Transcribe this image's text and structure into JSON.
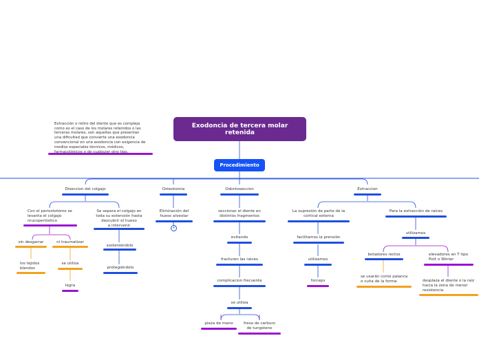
{
  "main_topic": "Exodoncia de tercera molar\nretenida",
  "definition": "Extracción o retiro del diente que es compleja\ncomo es el caso de los molares retenidos o las\nterceras molares, son aquellas que presentan\nuna dificultad que convierte una exodoncia\nconvencional en una exodoncia con exigencia de\n  medios especiales técnicos, médicos,\nfarmacológicos o de cualquier otro tipo.",
  "procedure": "Procedimiento",
  "branches": {
    "diseccion": {
      "label": "Diseccion del colgajo",
      "left": "Con el periostotómo se\nlevanta el colgajo\n  mucoperióstico",
      "sin_desgarrar": "sin desgarrar",
      "tejidos": "los tejidos\nblandos",
      "ni_traumatizar": "ni traumatizar",
      "se_utiliza": "se utiliza",
      "legra": "legra",
      "right": "Se separa el colgajo en\ntoda su extensión hasta\ndescubrir el hueso\na intervenir",
      "sosteniendolo": "sosteniéndolo",
      "protegiendolo": "protegiéndolo"
    },
    "osteotomia": {
      "label": "Osteotomia",
      "child": "Eliminación del\nhueso alveolar",
      "marker": "+"
    },
    "odontoseccion": {
      "label": "Odontoseccion",
      "child": "seccionar el diente en\ndistintos fragmentos",
      "evitando": "evitando",
      "fracturen": "fracturen las raices",
      "complicacion": "complicacion frecuente",
      "se_utiliza": "se utiliza",
      "pieza": "pieza de mano",
      "fresa": "fresa de carburo\nde tungsteno"
    },
    "extraccion": {
      "label": "Extraccion",
      "supresion": "La supresión de parte de la\ncortical externa",
      "facilitamos": "facilitamos la prensión",
      "utilizamos_left": "utilizamos",
      "forceps": "forceps",
      "raices": "Para la extracción de raíces",
      "utilizamos_right": "utilizamos",
      "botadores": "botadores rectos",
      "palanca": "se usarán como palanca\no cuña de la forma",
      "elevadores": "elevadores en T tipo\nPott o Winter",
      "desplaza": "desplaza el diente o la raíz\nhacia la zona de menor\n  resistencia"
    }
  },
  "colors": {
    "main": "#6a2a8f",
    "procedure": "#1653f4",
    "blue_bar": "#1f4fe0",
    "purple_bar": "#9b12d1",
    "orange_bar": "#f3a11c"
  }
}
